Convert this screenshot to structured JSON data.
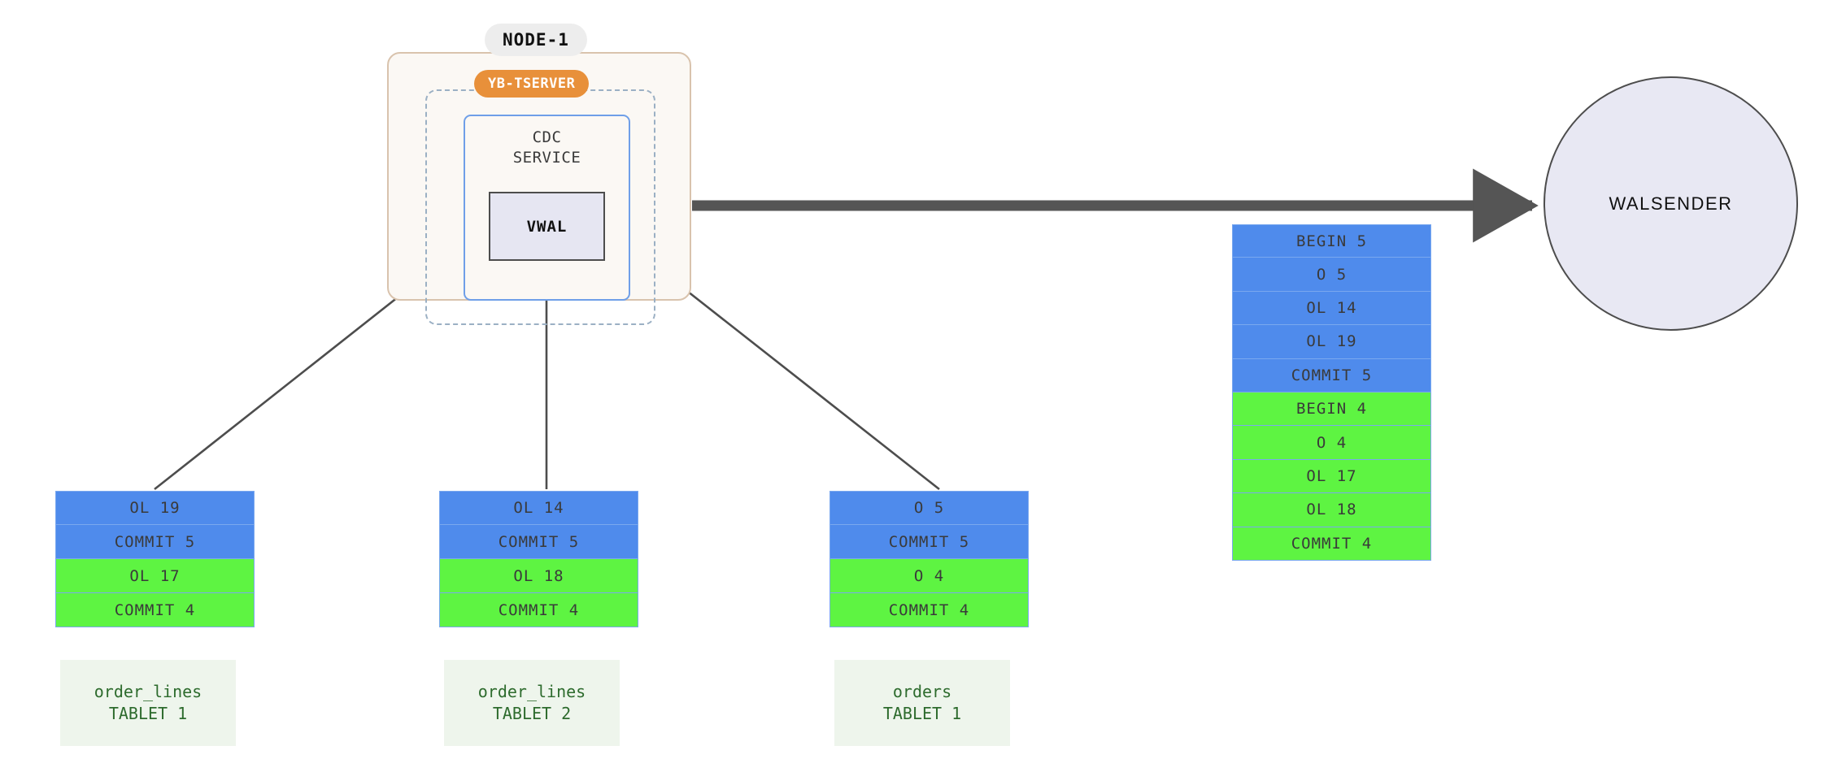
{
  "diagram": {
    "title_badge": "NODE-1",
    "service_badge": "YB-TSERVER",
    "cdc_service_label": "CDC\nSERVICE",
    "cdc_service_line1": "CDC",
    "cdc_service_line2": "SERVICE",
    "vwal_label": "VWAL",
    "walsender_label": "WALSENDER"
  },
  "colors": {
    "node_fill": "#fbf8f4",
    "node_border": "#d9c3ad",
    "node_badge_fill": "#ededed",
    "tserver_badge_fill": "#e8903a",
    "tserver_border": "#9bb0c4",
    "cdc_border": "#6f9fe8",
    "vwal_fill": "#e6e6f2",
    "vwal_border": "#4d4d4d",
    "walsender_fill": "#e8e8f3",
    "walsender_border": "#4d4d4d",
    "record_blue": "#4f8bec",
    "record_green": "#5ef442",
    "record_border": "#7aa8ef",
    "tablet_label_fill": "#eef5ec",
    "tablet_label_text": "#2d6b2d",
    "arrow_stroke": "#4d4d4d"
  },
  "vwal_stream": {
    "name": "vwal-output-stream",
    "rows": [
      {
        "text": "BEGIN 5",
        "color": "blue"
      },
      {
        "text": "O 5",
        "color": "blue"
      },
      {
        "text": "OL 14",
        "color": "blue"
      },
      {
        "text": "OL 19",
        "color": "blue"
      },
      {
        "text": "COMMIT 5",
        "color": "blue"
      },
      {
        "text": "BEGIN 4",
        "color": "green"
      },
      {
        "text": "O 4",
        "color": "green"
      },
      {
        "text": "OL 17",
        "color": "green"
      },
      {
        "text": "OL 18",
        "color": "green"
      },
      {
        "text": "COMMIT 4",
        "color": "green"
      }
    ]
  },
  "tablets": [
    {
      "table_name": "order_lines",
      "tablet_name": "TABLET 1",
      "rows": [
        {
          "text": "OL 19",
          "color": "blue"
        },
        {
          "text": "COMMIT 5",
          "color": "blue"
        },
        {
          "text": "OL 17",
          "color": "green"
        },
        {
          "text": "COMMIT 4",
          "color": "green"
        }
      ]
    },
    {
      "table_name": "order_lines",
      "tablet_name": "TABLET 2",
      "rows": [
        {
          "text": "OL 14",
          "color": "blue"
        },
        {
          "text": "COMMIT 5",
          "color": "blue"
        },
        {
          "text": "OL 18",
          "color": "green"
        },
        {
          "text": "COMMIT 4",
          "color": "green"
        }
      ]
    },
    {
      "table_name": "orders",
      "tablet_name": "TABLET 1",
      "rows": [
        {
          "text": "O 5",
          "color": "blue"
        },
        {
          "text": "COMMIT 5",
          "color": "blue"
        },
        {
          "text": "O 4",
          "color": "green"
        },
        {
          "text": "COMMIT 4",
          "color": "green"
        }
      ]
    }
  ]
}
